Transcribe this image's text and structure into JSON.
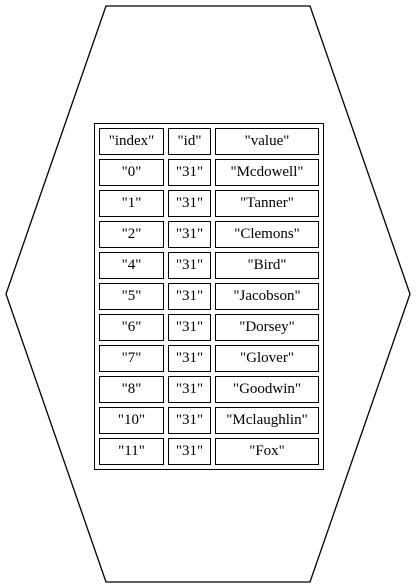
{
  "table": {
    "headers": [
      "\"index\"",
      "\"id\"",
      "\"value\""
    ],
    "rows": [
      [
        "\"0\"",
        "\"31\"",
        "\"Mcdowell\""
      ],
      [
        "\"1\"",
        "\"31\"",
        "\"Tanner\""
      ],
      [
        "\"2\"",
        "\"31\"",
        "\"Clemons\""
      ],
      [
        "\"4\"",
        "\"31\"",
        "\"Bird\""
      ],
      [
        "\"5\"",
        "\"31\"",
        "\"Jacobson\""
      ],
      [
        "\"6\"",
        "\"31\"",
        "\"Dorsey\""
      ],
      [
        "\"7\"",
        "\"31\"",
        "\"Glover\""
      ],
      [
        "\"8\"",
        "\"31\"",
        "\"Goodwin\""
      ],
      [
        "\"10\"",
        "\"31\"",
        "\"Mclaughlin\""
      ],
      [
        "\"11\"",
        "\"31\"",
        "\"Fox\""
      ]
    ]
  },
  "style": {
    "stroke_color": "#000000",
    "background_color": "#ffffff"
  }
}
